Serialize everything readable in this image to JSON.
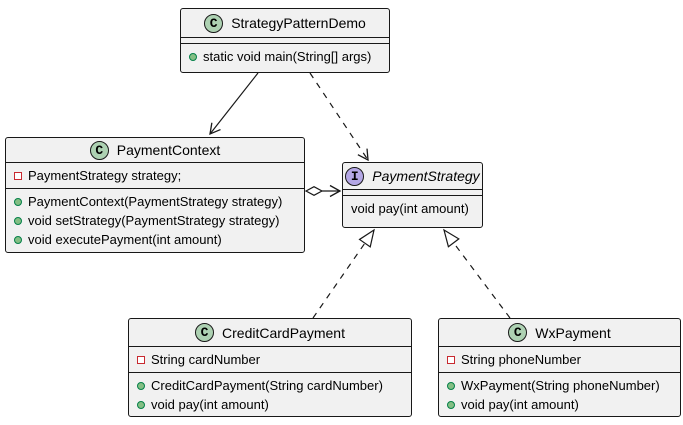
{
  "diagram": {
    "kind": "uml-class-diagram",
    "classes": [
      {
        "key": "strategy_pattern_demo",
        "stereotype": "class",
        "stereotype_letter": "C",
        "name": "StrategyPatternDemo",
        "fields": [],
        "methods": [
          {
            "icon": "public-method",
            "text": "static void main(String[] args)"
          }
        ]
      },
      {
        "key": "payment_context",
        "stereotype": "class",
        "stereotype_letter": "C",
        "name": "PaymentContext",
        "fields": [
          {
            "icon": "private-field",
            "text": "PaymentStrategy strategy;"
          }
        ],
        "methods": [
          {
            "icon": "public-method",
            "text": "PaymentContext(PaymentStrategy strategy)"
          },
          {
            "icon": "public-method",
            "text": "void setStrategy(PaymentStrategy strategy)"
          },
          {
            "icon": "public-method",
            "text": "void executePayment(int amount)"
          }
        ]
      },
      {
        "key": "payment_strategy",
        "stereotype": "interface",
        "stereotype_letter": "I",
        "name": "PaymentStrategy",
        "fields": [],
        "methods": [
          {
            "icon": "none",
            "text": "void pay(int amount)"
          }
        ]
      },
      {
        "key": "credit_card_payment",
        "stereotype": "class",
        "stereotype_letter": "C",
        "name": "CreditCardPayment",
        "fields": [
          {
            "icon": "private-field",
            "text": "String cardNumber"
          }
        ],
        "methods": [
          {
            "icon": "public-method",
            "text": "CreditCardPayment(String cardNumber)"
          },
          {
            "icon": "public-method",
            "text": "void pay(int amount)"
          }
        ]
      },
      {
        "key": "wx_payment",
        "stereotype": "class",
        "stereotype_letter": "C",
        "name": "WxPayment",
        "fields": [
          {
            "icon": "private-field",
            "text": "String phoneNumber"
          }
        ],
        "methods": [
          {
            "icon": "public-method",
            "text": "WxPayment(String phoneNumber)"
          },
          {
            "icon": "public-method",
            "text": "void pay(int amount)"
          }
        ]
      }
    ],
    "relations": [
      {
        "from": "StrategyPatternDemo",
        "to": "PaymentContext",
        "type": "association",
        "line": "solid",
        "head": "open-arrow"
      },
      {
        "from": "StrategyPatternDemo",
        "to": "PaymentStrategy",
        "type": "dependency",
        "line": "dashed",
        "head": "open-arrow"
      },
      {
        "from": "PaymentContext",
        "to": "PaymentStrategy",
        "type": "aggregation",
        "line": "solid",
        "head": "open-arrow",
        "tail": "hollow-diamond"
      },
      {
        "from": "CreditCardPayment",
        "to": "PaymentStrategy",
        "type": "realization",
        "line": "dashed",
        "head": "hollow-triangle"
      },
      {
        "from": "WxPayment",
        "to": "PaymentStrategy",
        "type": "realization",
        "line": "dashed",
        "head": "hollow-triangle"
      }
    ],
    "colors": {
      "background": "#FFFFFF",
      "box_fill": "#F1F1F1",
      "box_border": "#181818",
      "class_circle_fill": "#ADD1B2",
      "interface_circle_fill": "#B4A7E5",
      "public_method_dot_fill": "#84BE84",
      "public_method_dot_border": "#038048",
      "private_field_square_border": "#C82930",
      "text": "#000000"
    }
  }
}
